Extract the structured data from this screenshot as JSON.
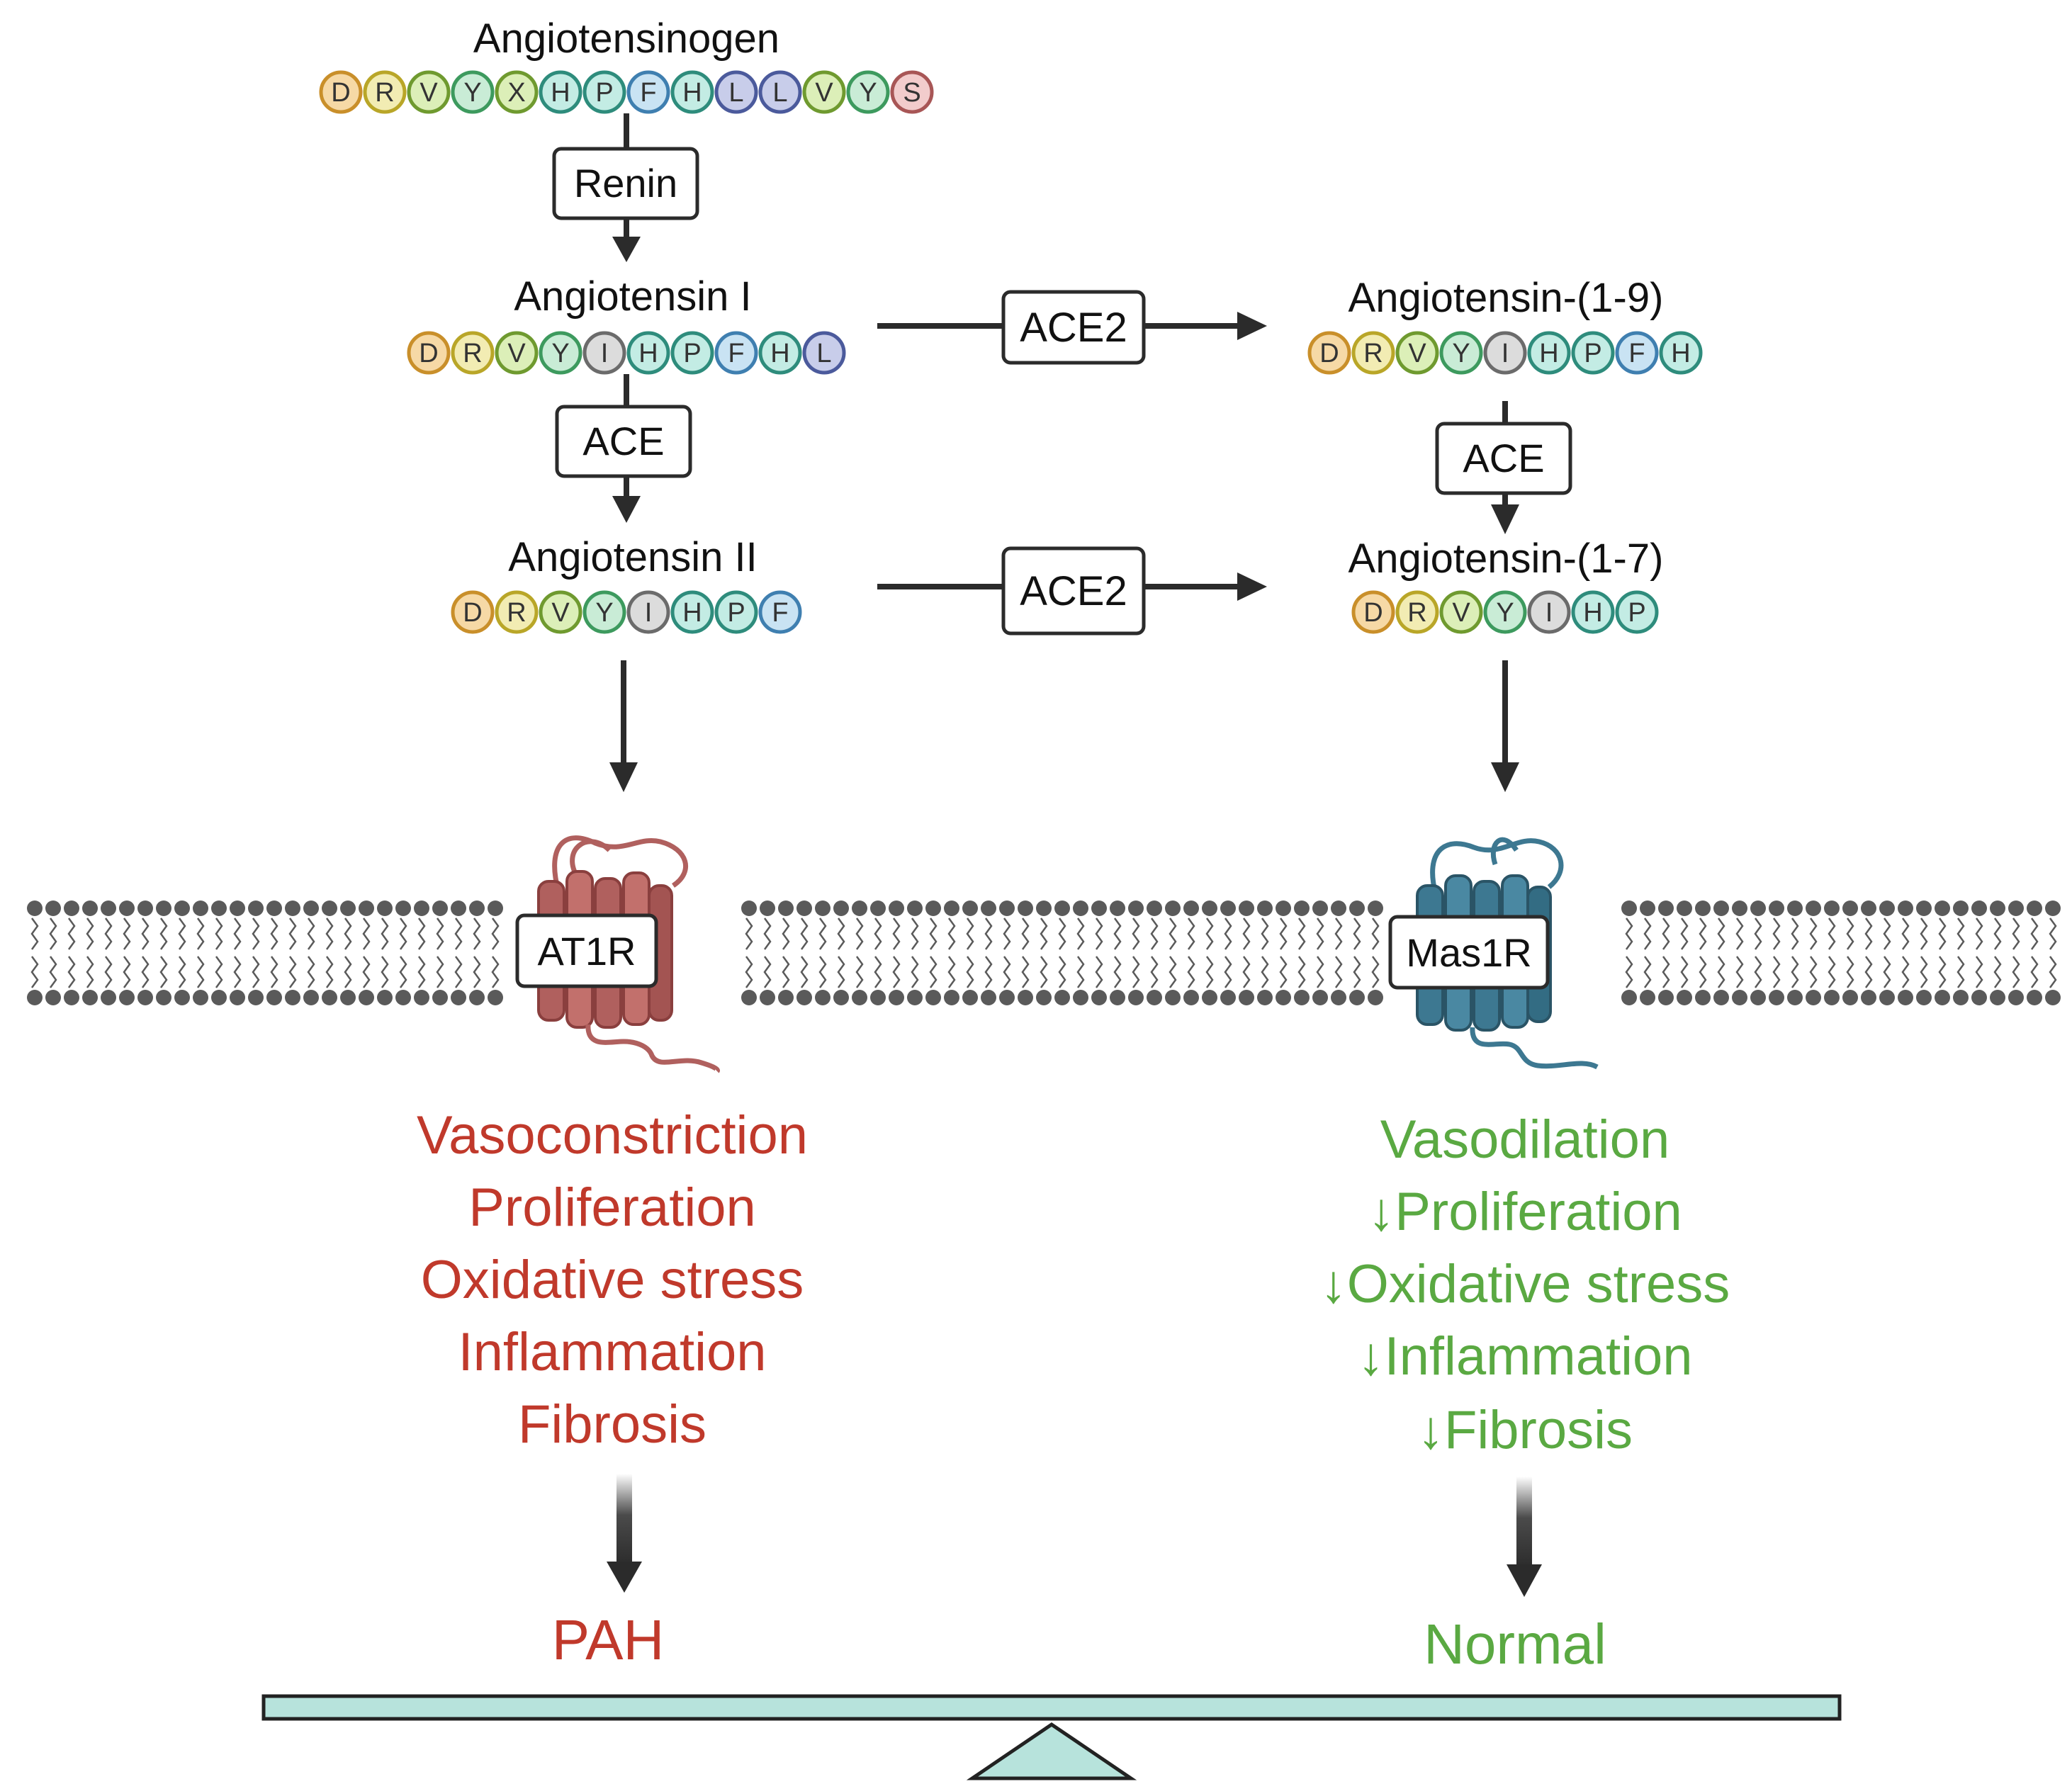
{
  "peptides": {
    "angiotensinogen": {
      "title": "Angiotensinogen",
      "residues": [
        "D",
        "R",
        "V",
        "Y",
        "X",
        "H",
        "P",
        "F",
        "H",
        "L",
        "L",
        "V",
        "Y",
        "S"
      ]
    },
    "ang1": {
      "title": "Angiotensin I",
      "residues": [
        "D",
        "R",
        "V",
        "Y",
        "I",
        "H",
        "P",
        "F",
        "H",
        "L"
      ]
    },
    "ang2": {
      "title": "Angiotensin II",
      "residues": [
        "D",
        "R",
        "V",
        "Y",
        "I",
        "H",
        "P",
        "F"
      ]
    },
    "ang19": {
      "title": "Angiotensin-(1-9)",
      "residues": [
        "D",
        "R",
        "V",
        "Y",
        "I",
        "H",
        "P",
        "F",
        "H"
      ]
    },
    "ang17": {
      "title": "Angiotensin-(1-7)",
      "residues": [
        "D",
        "R",
        "V",
        "Y",
        "I",
        "H",
        "P"
      ]
    }
  },
  "enzymes": {
    "renin": "Renin",
    "ace_left": "ACE",
    "ace2_top": "ACE2",
    "ace2_bottom": "ACE2",
    "ace_right": "ACE"
  },
  "receptors": {
    "left": "AT1R",
    "right": "Mas1R"
  },
  "effects": {
    "left": [
      "Vasoconstriction",
      "Proliferation",
      "Oxidative stress",
      "Inflammation",
      "Fibrosis"
    ],
    "right": [
      "Vasodilation",
      "↓Proliferation",
      "↓Oxidative stress",
      "↓Inflammation",
      "↓Fibrosis"
    ]
  },
  "outcomes": {
    "left": "PAH",
    "right": "Normal"
  },
  "colors": {
    "harmful": "#c0392b",
    "protective": "#5aa942",
    "at1r": "#b0605e",
    "mas1r": "#3d7891",
    "balance": "#b7e3dc",
    "membrane": "#5a5a5a",
    "residue": {
      "D": {
        "fill": "#f6d9a6",
        "stroke": "#c98f2a"
      },
      "R": {
        "fill": "#f2ecb3",
        "stroke": "#b9a628"
      },
      "V": {
        "fill": "#dcefb8",
        "stroke": "#6f9a2f"
      },
      "Y": {
        "fill": "#c9ecd6",
        "stroke": "#3d9a5e"
      },
      "X": {
        "fill": "#dcefb8",
        "stroke": "#6f9a2f"
      },
      "I": {
        "fill": "#dcdcdc",
        "stroke": "#6b6b6b"
      },
      "H": {
        "fill": "#c3ece4",
        "stroke": "#2e8c7c"
      },
      "P": {
        "fill": "#c3ece4",
        "stroke": "#2e8c7c"
      },
      "F": {
        "fill": "#c9e3f3",
        "stroke": "#3f7fb0"
      },
      "L": {
        "fill": "#c8cdea",
        "stroke": "#4b5a9c"
      },
      "S": {
        "fill": "#f2cccc",
        "stroke": "#a85656"
      }
    }
  }
}
